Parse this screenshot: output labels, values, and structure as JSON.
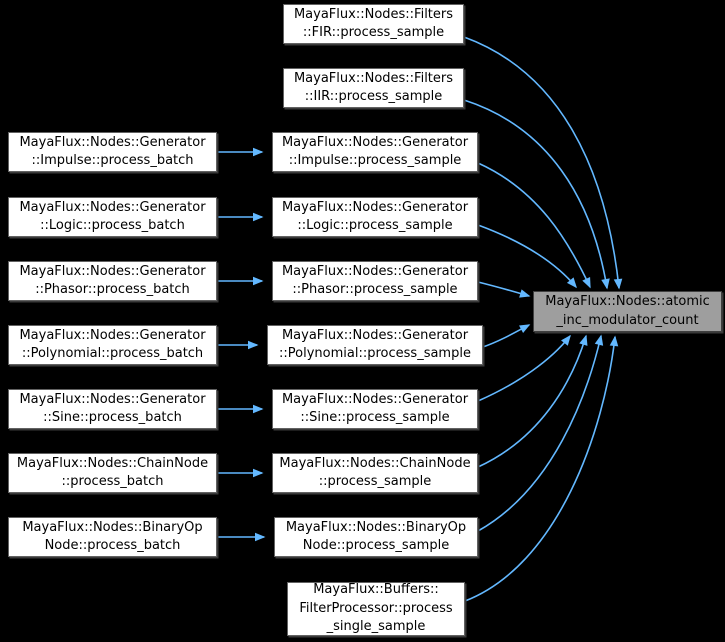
{
  "colors": {
    "background": "#000000",
    "edge": "#63b8ff",
    "node_fill": "#ffffff",
    "node_border": "#626262",
    "node_text": "#000000",
    "target_fill": "#9e9e9e",
    "target_border": "#404040"
  },
  "graph": {
    "target": {
      "lines": [
        "MayaFlux::Nodes::atomic",
        "_inc_modulator_count"
      ]
    },
    "batch_callers": [
      {
        "lines": [
          "MayaFlux::Nodes::Generator",
          "::Impulse::process_batch"
        ]
      },
      {
        "lines": [
          "MayaFlux::Nodes::Generator",
          "::Logic::process_batch"
        ]
      },
      {
        "lines": [
          "MayaFlux::Nodes::Generator",
          "::Phasor::process_batch"
        ]
      },
      {
        "lines": [
          "MayaFlux::Nodes::Generator",
          "::Polynomial::process_batch"
        ]
      },
      {
        "lines": [
          "MayaFlux::Nodes::Generator",
          "::Sine::process_batch"
        ]
      },
      {
        "lines": [
          "MayaFlux::Nodes::ChainNode",
          "::process_batch"
        ]
      },
      {
        "lines": [
          "MayaFlux::Nodes::BinaryOp",
          "Node::process_batch"
        ]
      }
    ],
    "sample_callers": [
      {
        "lines": [
          "MayaFlux::Nodes::Filters",
          "::FIR::process_sample"
        ]
      },
      {
        "lines": [
          "MayaFlux::Nodes::Filters",
          "::IIR::process_sample"
        ]
      },
      {
        "lines": [
          "MayaFlux::Nodes::Generator",
          "::Impulse::process_sample"
        ]
      },
      {
        "lines": [
          "MayaFlux::Nodes::Generator",
          "::Logic::process_sample"
        ]
      },
      {
        "lines": [
          "MayaFlux::Nodes::Generator",
          "::Phasor::process_sample"
        ]
      },
      {
        "lines": [
          "MayaFlux::Nodes::Generator",
          "::Polynomial::process_sample"
        ]
      },
      {
        "lines": [
          "MayaFlux::Nodes::Generator",
          "::Sine::process_sample"
        ]
      },
      {
        "lines": [
          "MayaFlux::Nodes::ChainNode",
          "::process_sample"
        ]
      },
      {
        "lines": [
          "MayaFlux::Nodes::BinaryOp",
          "Node::process_sample"
        ]
      },
      {
        "lines": [
          "MayaFlux::Buffers::",
          "FilterProcessor::process",
          "_single_sample"
        ]
      }
    ]
  }
}
